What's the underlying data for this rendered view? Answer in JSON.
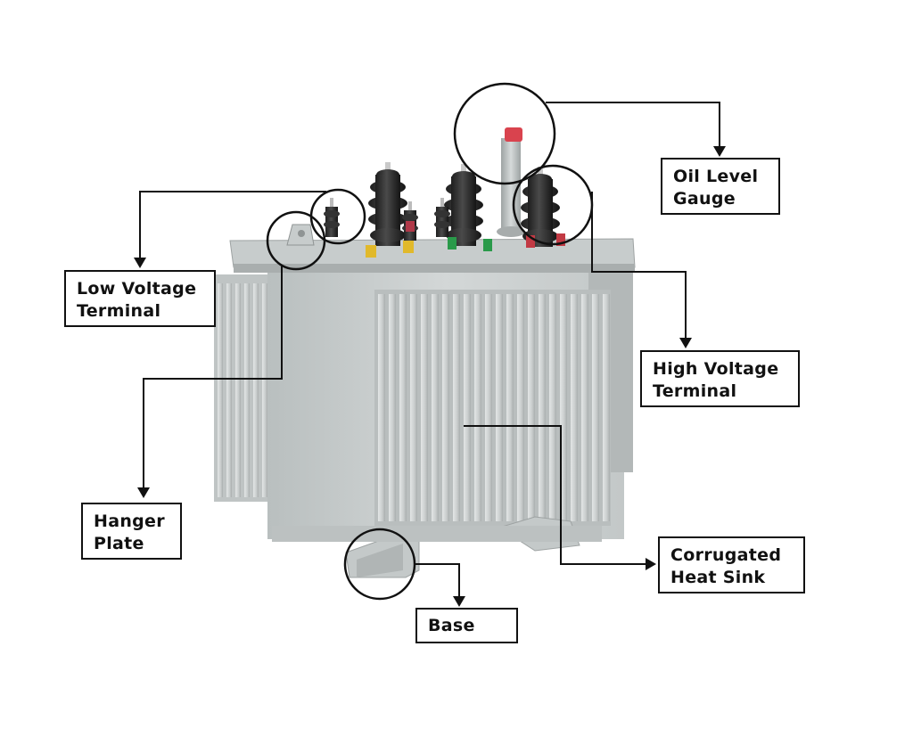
{
  "labels": {
    "oil_level_gauge": [
      "Oil Level",
      "Gauge"
    ],
    "low_voltage_terminal": [
      "Low Voltage",
      "Terminal"
    ],
    "high_voltage_terminal": [
      "High Voltage",
      "Terminal"
    ],
    "hanger_plate": [
      "Hanger",
      "Plate"
    ],
    "corrugated_heat_sink": [
      "Corrugated",
      "Heat Sink"
    ],
    "base": [
      "Base"
    ]
  },
  "colors": {
    "tank": "#cdd2d2",
    "tank_shadow": "#aeb4b4",
    "fin": "#d8dcdc",
    "bushing": "#2b2b2b",
    "gauge_cap": "#d9434e",
    "line": "#111111"
  }
}
